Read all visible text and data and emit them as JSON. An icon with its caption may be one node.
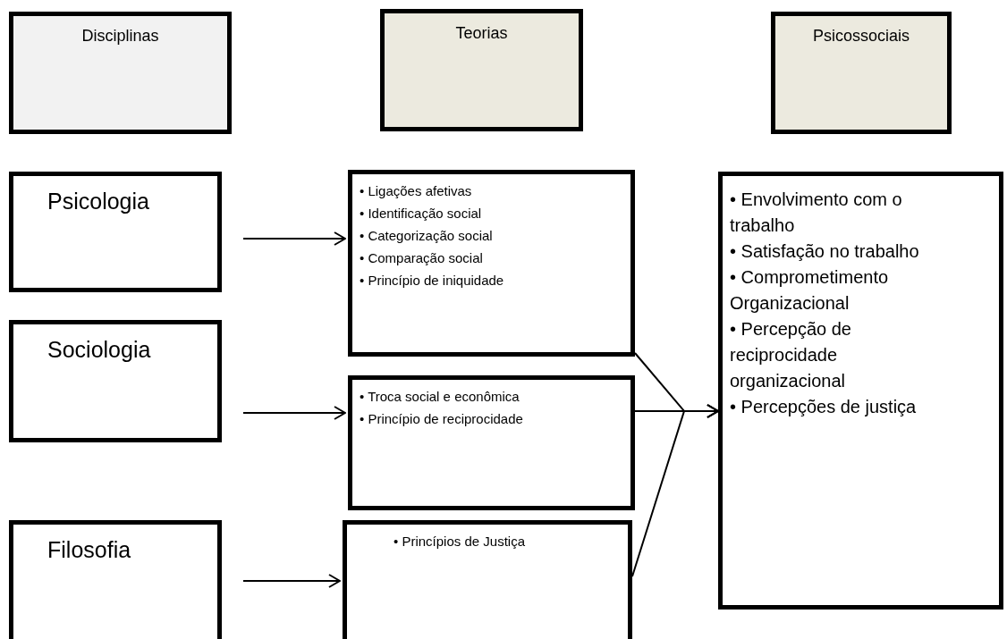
{
  "diagram": {
    "nodes": [
      {
        "text": [
          "Disciplinas"
        ]
      },
      {
        "text": [
          "Teorias"
        ]
      },
      {
        "text": [
          "Psicossociais"
        ]
      },
      {
        "text": [
          "Psicologia"
        ]
      },
      {
        "text": [
          "• Ligações afetivas",
          "• Identificação social",
          "• Categorização social",
          "• Comparação social",
          "• Princípio de iniquidade"
        ]
      },
      {
        "text": [
          "• Envolvimento com o trabalho",
          "• Satisfação no trabalho",
          "• Comprometimento Organizacional",
          "• Percepção de reciprocidade organizacional",
          "• Percepções de justiça"
        ]
      },
      {
        "text": [
          "Sociologia"
        ]
      },
      {
        "text": [
          "• Troca social e econômica",
          "• Princípio de reciprocidade"
        ]
      },
      {
        "text": [
          "Filosofia"
        ]
      },
      {
        "text": [
          "• Princípios de Justiça"
        ]
      }
    ],
    "edges": [
      {
        "from": 3,
        "to": 4,
        "arrow": "to"
      },
      {
        "from": 6,
        "to": 7,
        "arrow": "to"
      },
      {
        "from": 8,
        "to": 9,
        "arrow": "to"
      },
      {
        "from": 4,
        "to": 5,
        "arrow": "to"
      },
      {
        "from": 7,
        "to": 5,
        "arrow": "to"
      },
      {
        "from": 9,
        "to": 5,
        "arrow": "to"
      }
    ]
  }
}
